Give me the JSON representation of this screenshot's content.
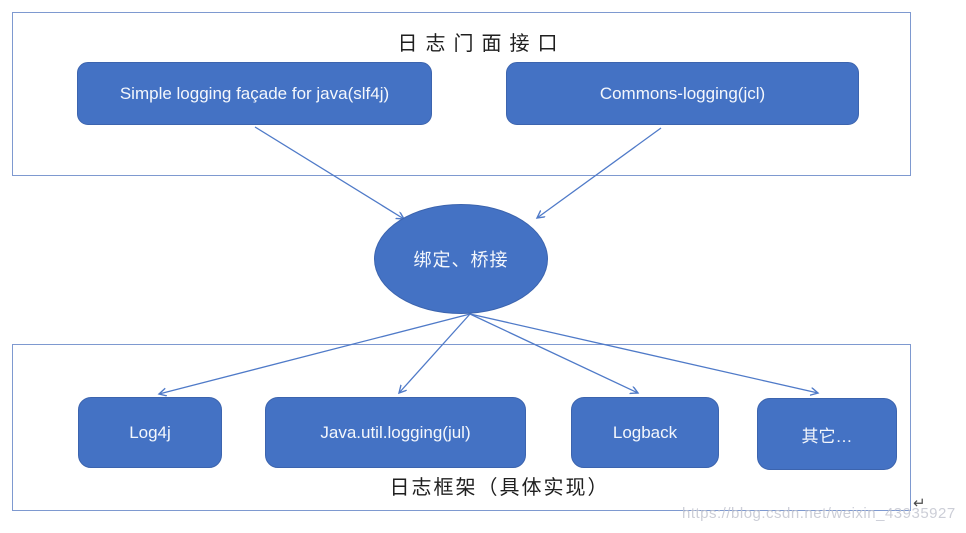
{
  "diagram": {
    "facade_section": {
      "title": "日志门面接口",
      "nodes": [
        {
          "id": "slf4j",
          "label": "Simple logging façade for java(slf4j)"
        },
        {
          "id": "jcl",
          "label": "Commons-logging(jcl)"
        }
      ]
    },
    "bridge": {
      "id": "bridge",
      "label": "绑定、桥接"
    },
    "impl_section": {
      "title": "日志框架（具体实现）",
      "nodes": [
        {
          "id": "log4j",
          "label": "Log4j"
        },
        {
          "id": "jul",
          "label": "Java.util.logging(jul)"
        },
        {
          "id": "logback",
          "label": "Logback"
        },
        {
          "id": "other",
          "label": "其它…"
        }
      ]
    },
    "edges": [
      {
        "from": "slf4j",
        "to": "bridge"
      },
      {
        "from": "jcl",
        "to": "bridge"
      },
      {
        "from": "bridge",
        "to": "log4j"
      },
      {
        "from": "bridge",
        "to": "jul"
      },
      {
        "from": "bridge",
        "to": "logback"
      },
      {
        "from": "bridge",
        "to": "other"
      }
    ],
    "watermark": "https://blog.csdn.net/weixin_43935927",
    "return_mark": "↵",
    "colors": {
      "node_fill": "#4472c4",
      "node_border": "#3c64ae",
      "container_border": "#7e99d0",
      "arrow": "#4f7ac8",
      "watermark": "#c3c6d0"
    }
  }
}
